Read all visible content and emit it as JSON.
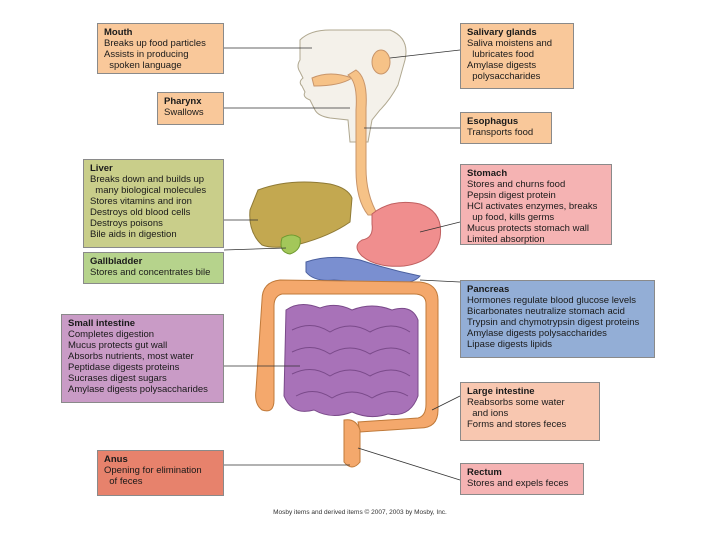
{
  "labels": {
    "mouth": {
      "title": "Mouth",
      "lines": [
        "Breaks up food particles",
        "Assists in producing",
        "  spoken language"
      ]
    },
    "pharynx": {
      "title": "Pharynx",
      "lines": [
        "Swallows"
      ]
    },
    "liver": {
      "title": "Liver",
      "lines": [
        "Breaks down and builds up",
        "  many biological molecules",
        "Stores vitamins and iron",
        "Destroys old blood cells",
        "Destroys poisons",
        "Bile aids in digestion"
      ]
    },
    "gallbladder": {
      "title": "Gallbladder",
      "lines": [
        "Stores and concentrates bile"
      ]
    },
    "small_intestine": {
      "title": "Small intestine",
      "lines": [
        "Completes digestion",
        "Mucus protects gut wall",
        "Absorbs nutrients, most water",
        "Peptidase digests proteins",
        "Sucrases digest sugars",
        "Amylase digests polysaccharides"
      ]
    },
    "anus": {
      "title": "Anus",
      "lines": [
        "Opening for elimination",
        "  of feces"
      ]
    },
    "salivary_glands": {
      "title": "Salivary glands",
      "lines": [
        "Saliva moistens and",
        "  lubricates food",
        "Amylase digests",
        "  polysaccharides"
      ]
    },
    "esophagus": {
      "title": "Esophagus",
      "lines": [
        "Transports food"
      ]
    },
    "stomach": {
      "title": "Stomach",
      "lines": [
        "Stores and churns food",
        "Pepsin digest protein",
        "HCl activates enzymes, breaks",
        "  up food, kills germs",
        "Mucus protects stomach wall",
        "Limited absorption"
      ]
    },
    "pancreas": {
      "title": "Pancreas",
      "lines": [
        "Hormones regulate blood glucose levels",
        "Bicarbonates neutralize stomach acid",
        "Trypsin and chymotrypsin digest proteins",
        "Amylase digests polysaccharides",
        "Lipase digests lipids"
      ]
    },
    "large_intestine": {
      "title": "Large intestine",
      "lines": [
        "Reabsorbs some water",
        "  and ions",
        "Forms and stores feces"
      ]
    },
    "rectum": {
      "title": "Rectum",
      "lines": [
        "Stores and expels feces"
      ]
    }
  },
  "colors": {
    "mouth": "#f9c89a",
    "pharynx": "#f9c89a",
    "salivary_glands": "#f9c89a",
    "esophagus": "#f9c89a",
    "liver": "#c9ce8a",
    "gallbladder": "#b6d38c",
    "small_intestine": "#c99bc6",
    "anus": "#e7826c",
    "stomach": "#f5b3b3",
    "pancreas": "#93aed6",
    "large_intestine": "#f8c7b0",
    "rectum": "#f5b3b3",
    "organ_tract": "#f6c287",
    "organ_liver": "#c3a850",
    "organ_gallbladder": "#a3c75a",
    "organ_stomach": "#f08e8e",
    "organ_pancreas": "#7a8fd0",
    "organ_small_intestine": "#a872b8",
    "organ_large_intestine": "#f4a86c",
    "organ_head": "#f3f0e8"
  },
  "caption": "Mosby items and derived items © 2007, 2003 by Mosby, Inc."
}
